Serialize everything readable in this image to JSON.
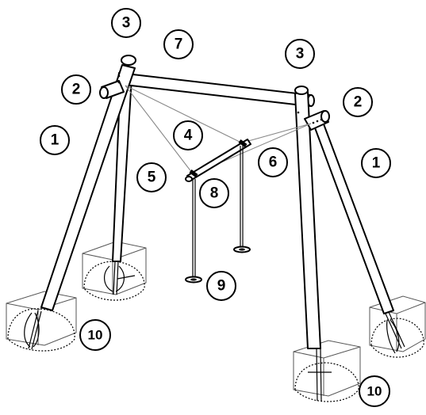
{
  "callouts": [
    {
      "label": "1",
      "name": "callout-1-left"
    },
    {
      "label": "1",
      "name": "callout-1-right"
    },
    {
      "label": "2",
      "name": "callout-2-left"
    },
    {
      "label": "2",
      "name": "callout-2-right"
    },
    {
      "label": "3",
      "name": "callout-3-left"
    },
    {
      "label": "3",
      "name": "callout-3-right"
    },
    {
      "label": "4",
      "name": "callout-4"
    },
    {
      "label": "5",
      "name": "callout-5"
    },
    {
      "label": "6",
      "name": "callout-6"
    },
    {
      "label": "7",
      "name": "callout-7"
    },
    {
      "label": "8",
      "name": "callout-8"
    },
    {
      "label": "9",
      "name": "callout-9"
    },
    {
      "label": "10",
      "name": "callout-10-left"
    },
    {
      "label": "10",
      "name": "callout-10-right"
    }
  ]
}
